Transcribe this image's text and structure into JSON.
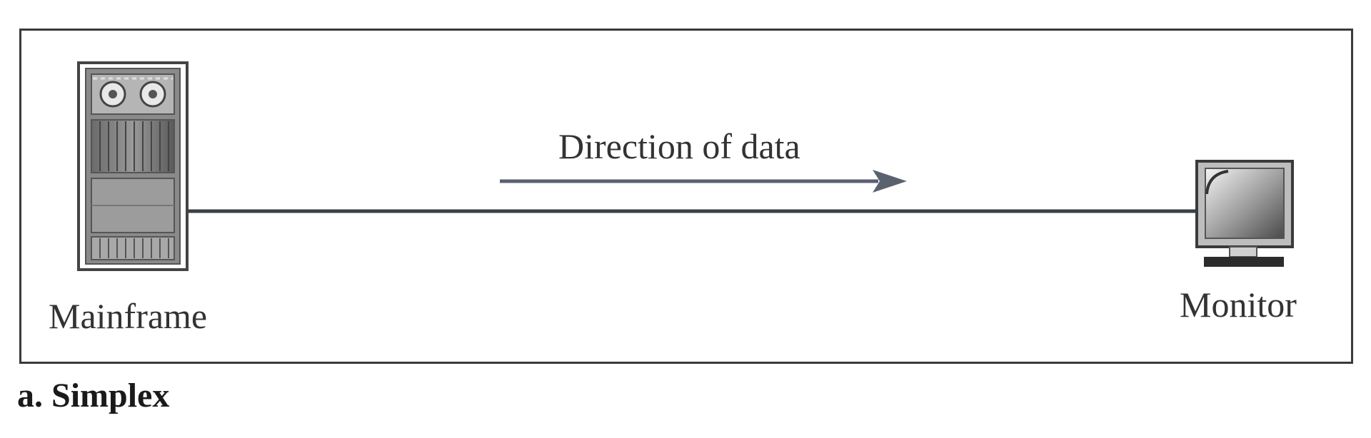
{
  "figure": {
    "caption": "a. Simplex"
  },
  "nodes": {
    "source": {
      "label": "Mainframe",
      "icon": "mainframe-icon"
    },
    "destination": {
      "label": "Monitor",
      "icon": "monitor-icon"
    }
  },
  "link": {
    "direction_label": "Direction of data",
    "direction": "source-to-destination"
  },
  "colors": {
    "line": "#3a3f48",
    "arrow": "#5a6270",
    "frame": "#3a3a3a"
  }
}
